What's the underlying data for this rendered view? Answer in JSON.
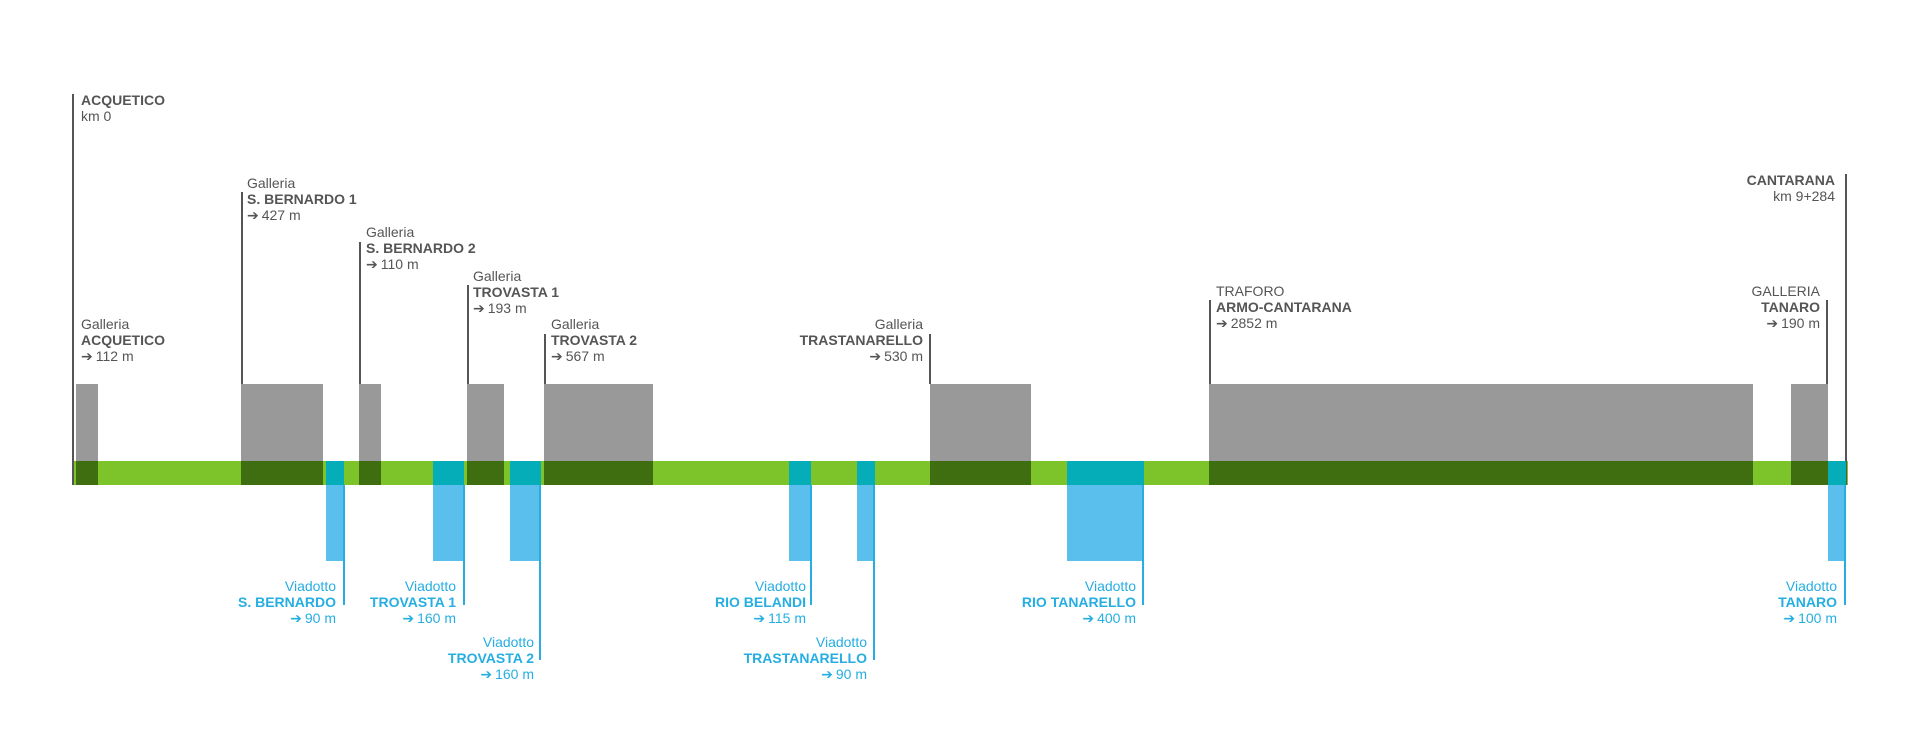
{
  "endpoints": {
    "start": {
      "name": "ACQUETICO",
      "km": "km 0"
    },
    "end": {
      "name": "CANTARANA",
      "km": "km 9+284"
    }
  },
  "tunnels": [
    {
      "kind": "Galleria",
      "name": "ACQUETICO",
      "length": "112 m"
    },
    {
      "kind": "Galleria",
      "name": "S. BERNARDO 1",
      "length": "427 m"
    },
    {
      "kind": "Galleria",
      "name": "S. BERNARDO 2",
      "length": "110 m"
    },
    {
      "kind": "Galleria",
      "name": "TROVASTA 1",
      "length": "193 m"
    },
    {
      "kind": "Galleria",
      "name": "TROVASTA 2",
      "length": "567 m"
    },
    {
      "kind": "Galleria",
      "name": "TRASTANARELLO",
      "length": "530 m"
    },
    {
      "kind": "TRAFORO",
      "name": "ARMO-CANTARANA",
      "length": "2852 m"
    },
    {
      "kind": "GALLERIA",
      "name": "TANARO",
      "length": "190 m"
    }
  ],
  "viaducts": [
    {
      "kind": "Viadotto",
      "name": "S. BERNARDO",
      "length": "90 m"
    },
    {
      "kind": "Viadotto",
      "name": "TROVASTA 1",
      "length": "160 m"
    },
    {
      "kind": "Viadotto",
      "name": "TROVASTA 2",
      "length": "160 m"
    },
    {
      "kind": "Viadotto",
      "name": "RIO BELANDI",
      "length": "115 m"
    },
    {
      "kind": "Viadotto",
      "name": "TRASTANARELLO",
      "length": "90 m"
    },
    {
      "kind": "Viadotto",
      "name": "RIO TANARELLO",
      "length": "400 m"
    },
    {
      "kind": "Viadotto",
      "name": "TANARO",
      "length": "100 m"
    }
  ],
  "colors": {
    "road": "#7dc42a",
    "tunnel": "#999999",
    "tunnel_on_road": "#3f6e10",
    "viaduct": "#5bbfee",
    "viaduct_on_road": "#04adb7",
    "tunnel_text": "#555555",
    "viaduct_text": "#26aee2"
  }
}
